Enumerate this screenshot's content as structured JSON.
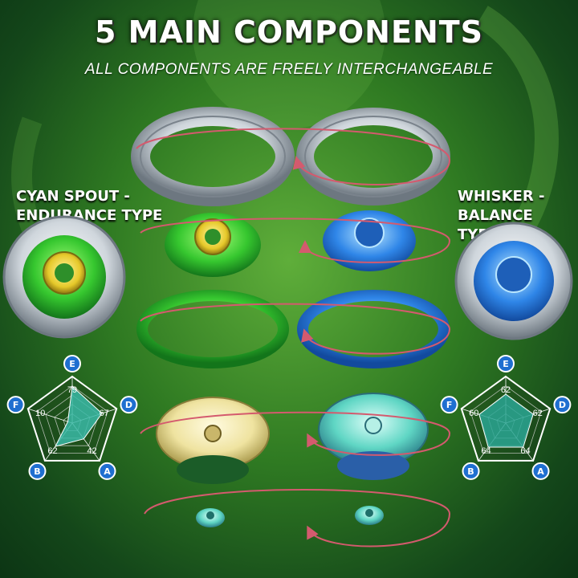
{
  "header": {
    "title": "5 MAIN COMPONENTS",
    "subtitle": "ALL COMPONENTS ARE FREELY INTERCHANGEABLE"
  },
  "left_top": {
    "name_line1": "CYAN SPOUT -",
    "name_line2": "ENDURANCE TYPE",
    "accent": "#2fbf2a"
  },
  "right_top": {
    "name_line1": "WHISKER -",
    "name_line2": "BALANCE TYPE",
    "accent": "#2a8ee0"
  },
  "left_stats": {
    "axes": [
      "E",
      "D",
      "A",
      "B",
      "F"
    ],
    "values": [
      79,
      67,
      42,
      62,
      10
    ]
  },
  "right_stats": {
    "axes": [
      "E",
      "D",
      "A",
      "B",
      "F"
    ],
    "values": [
      62,
      62,
      64,
      64,
      60
    ]
  },
  "colors": {
    "arrow": "#d45a6e",
    "badge": "#1f6fd0",
    "ring_silver": "#cfd6dc",
    "green_part": "#3ccf3a",
    "blue_part": "#2f86e8",
    "cream_part": "#f3eab0",
    "teal_part": "#5fd6c4"
  }
}
